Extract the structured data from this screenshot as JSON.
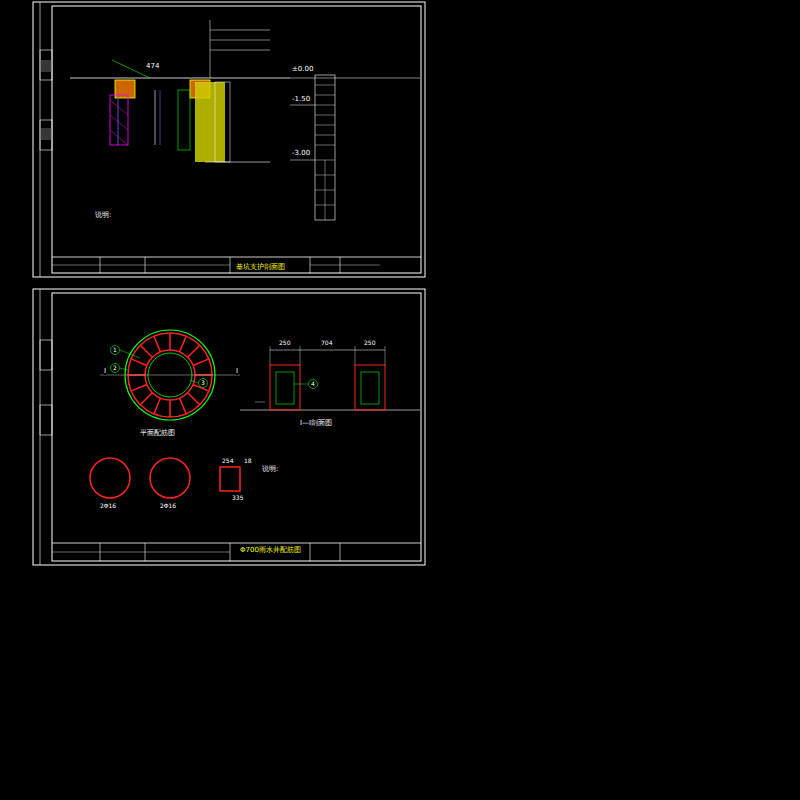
{
  "diagram": {
    "labels": [
      "474",
      "±0.00",
      "-1.50",
      "-3.00",
      "说明:",
      "基坑支护剖面图",
      "平面配筋图",
      "I—I剖面图",
      "250",
      "704",
      "250",
      "2Φ16",
      "2Φ16",
      "254",
      "18",
      "335",
      "说明:",
      "Φ700雨水井配筋图",
      "1",
      "2",
      "3",
      "4",
      "I",
      "I"
    ]
  }
}
